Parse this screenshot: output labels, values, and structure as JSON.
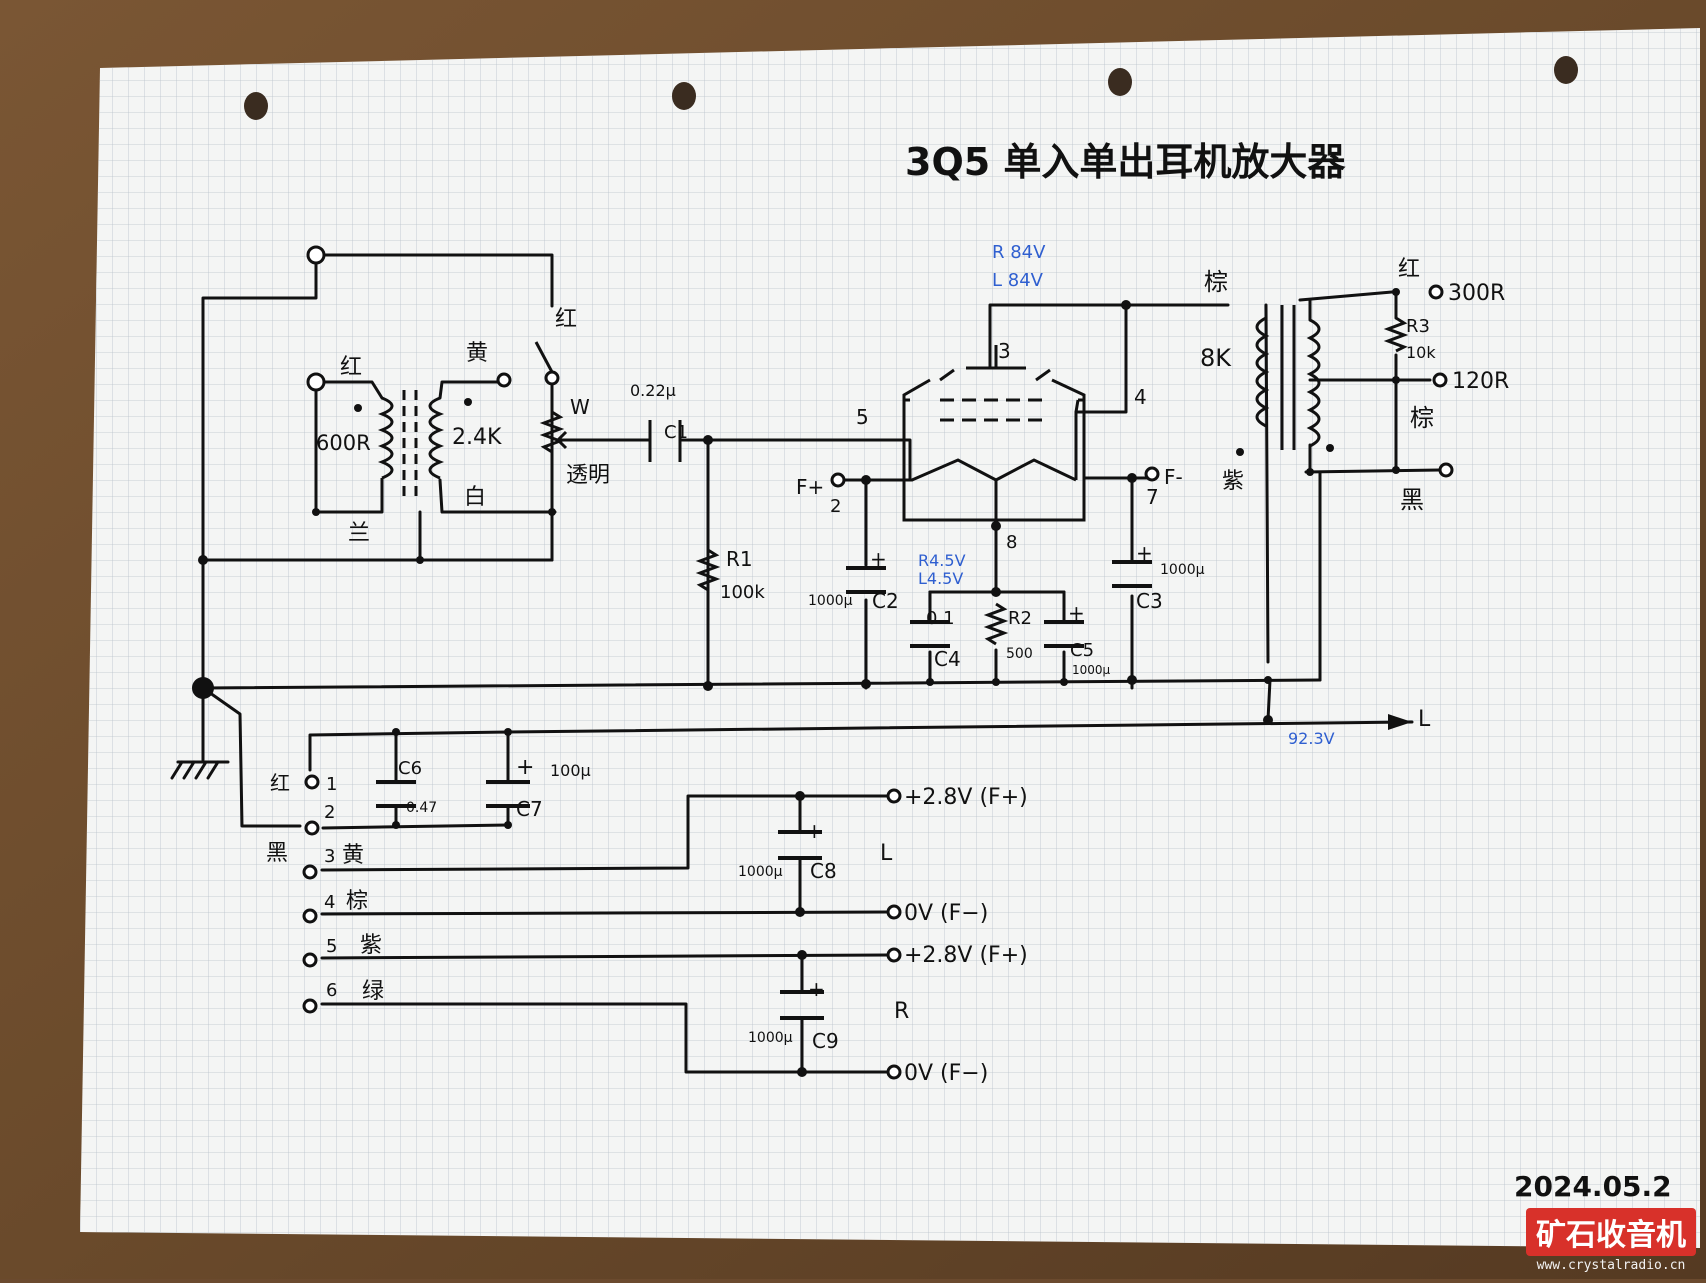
{
  "title": "3Q5 单入单出耳机放大器",
  "date": "2024.05.2",
  "watermark": {
    "name": "矿石收音机",
    "url": "www.crystalradio.cn"
  },
  "input": {
    "wire_red_top": "红",
    "primary_red": "红",
    "primary_impedance": "600R",
    "primary_blue": "兰",
    "secondary_yellow": "黄",
    "secondary_impedance": "2.4K",
    "secondary_white": "白",
    "pot_name": "W",
    "pot_note": "透明"
  },
  "components": {
    "c1_value": "0.22μ",
    "c1_name": "C1",
    "r1_name": "R1",
    "r1_value": "100k",
    "c2_name": "C2",
    "c2_value": "1000μ",
    "c3_name": "C3",
    "c3_value": "1000μ",
    "c4_name": "C4",
    "c4_value": "0.1",
    "r2_name": "R2",
    "r2_value": "500",
    "c5_name": "C5",
    "c5_value": "1000μ",
    "r3_name": "R3",
    "r3_value": "10k",
    "c6_name": "C6",
    "c6_value": "0.47",
    "c7_name": "C7",
    "c7_value": "100μ",
    "c8_name": "C8",
    "c8_value": "1000μ",
    "c9_name": "C9",
    "c9_value": "1000μ",
    "plus": "+"
  },
  "tube": {
    "pin3": "3",
    "pin4": "4",
    "pin5": "5",
    "pin2": "2",
    "pin7": "7",
    "pin8": "8",
    "f_plus": "F+",
    "f_minus": "F-"
  },
  "measurements": {
    "plate_r": "R 84V",
    "plate_l": "L 84V",
    "cathode_r": "R4.5V",
    "cathode_l": "L4.5V",
    "b_plus": "92.3V"
  },
  "output": {
    "primary_brown": "棕",
    "primary_impedance": "8K",
    "primary_purple": "紫",
    "sec_red": "红",
    "tap_300": "300R",
    "tap_120": "120R",
    "sec_brown": "棕",
    "sec_black": "黑",
    "arrow_label": "L"
  },
  "connector": {
    "p1": "1",
    "p1_color": "红",
    "p2": "2",
    "p2_color": "黑",
    "p3": "3",
    "p3_color": "黄",
    "p4": "4",
    "p4_color": "棕",
    "p5": "5",
    "p5_color": "紫",
    "p6": "6",
    "p6_color": "绿",
    "out_1": "+2.8V (F+)",
    "out_2": "0V (F−)",
    "out_3": "+2.8V (F+)",
    "out_4": "0V (F−)",
    "label_l": "L",
    "label_r": "R"
  }
}
